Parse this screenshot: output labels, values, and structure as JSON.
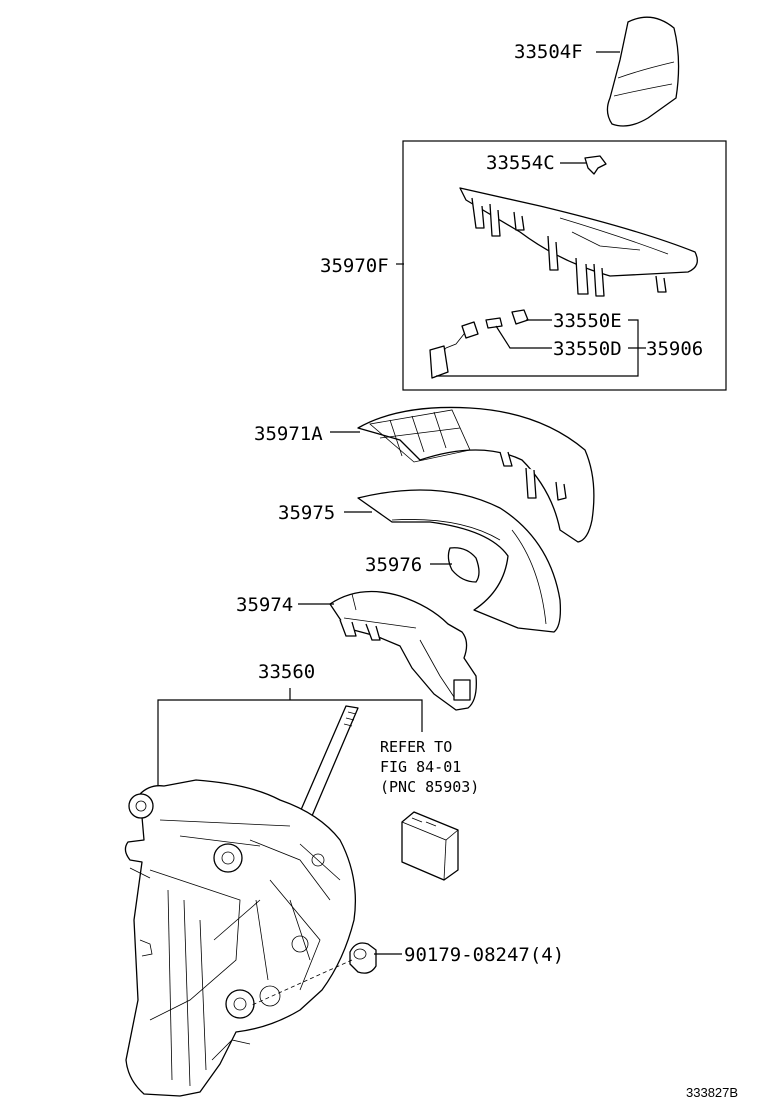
{
  "diagram": {
    "parts": {
      "knob": "33504F",
      "clip": "33554C",
      "bezel": "35970F",
      "bulb_socket": "33550E",
      "bulb": "33550D",
      "wire_assy": "35906",
      "indicator_plate": "35971A",
      "slide_cover": "35975",
      "spring": "35976",
      "housing_upper": "35974",
      "lever_assy": "33560",
      "nut": "90179-08247(4)"
    },
    "refer": {
      "line1": "REFER TO",
      "line2": "FIG 84-01",
      "line3": "(PNC 85903)"
    },
    "figure_id": "333827B"
  }
}
